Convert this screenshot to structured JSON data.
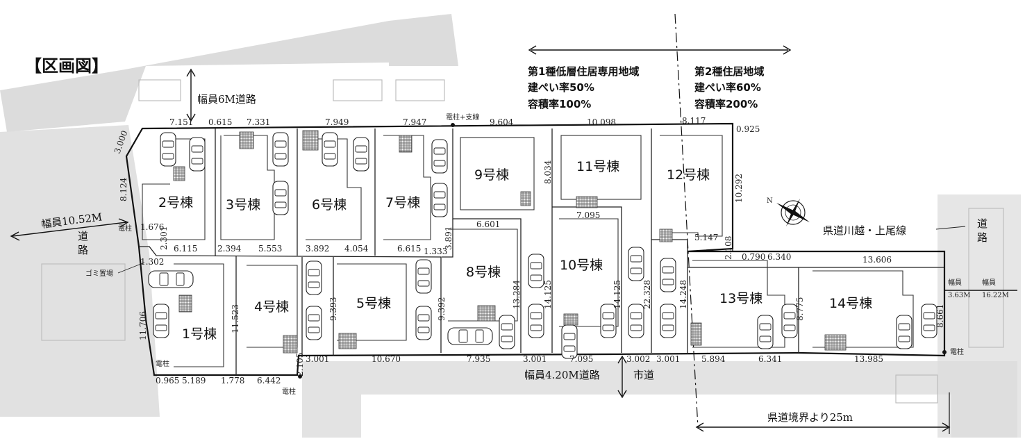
{
  "title": "【区画図】",
  "zones": [
    {
      "name": "第1種低層住居専用地域",
      "coverage": "建ぺい率50%",
      "far": "容積率100%"
    },
    {
      "name": "第2種住居地域",
      "coverage": "建ぺい率60%",
      "far": "容積率200%"
    }
  ],
  "roads": {
    "north": "幅員6M道路",
    "west_width": "幅員10.52M",
    "west_label_1": "道",
    "west_label_2": "路",
    "south": "幅員4.20M道路",
    "south_city": "市道",
    "prefectural": "県道川越・上尾線",
    "east_label_1": "道",
    "east_label_2": "路",
    "east_w1_label": "幅員",
    "east_w1": "3.63M",
    "east_w2_label": "幅員",
    "east_w2": "16.22M",
    "boundary_note": "県道境界より25m"
  },
  "labels": {
    "garbage": "ゴミ置場",
    "pole_a": "電柱",
    "pole_b": "電柱",
    "pole_c": "電柱",
    "pole_d": "電柱",
    "pole_branch": "電柱+支線"
  },
  "lots": [
    {
      "id": "lot-1",
      "label": "1号棟"
    },
    {
      "id": "lot-2",
      "label": "2号棟"
    },
    {
      "id": "lot-3",
      "label": "3号棟"
    },
    {
      "id": "lot-4",
      "label": "4号棟"
    },
    {
      "id": "lot-5",
      "label": "5号棟"
    },
    {
      "id": "lot-6",
      "label": "6号棟"
    },
    {
      "id": "lot-7",
      "label": "7号棟"
    },
    {
      "id": "lot-8",
      "label": "8号棟"
    },
    {
      "id": "lot-9",
      "label": "9号棟"
    },
    {
      "id": "lot-10",
      "label": "10号棟"
    },
    {
      "id": "lot-11",
      "label": "11号棟"
    },
    {
      "id": "lot-12",
      "label": "12号棟"
    },
    {
      "id": "lot-13",
      "label": "13号棟"
    },
    {
      "id": "lot-14",
      "label": "14号棟"
    }
  ],
  "dimensions": {
    "top_row": [
      "7.151",
      "0.615",
      "7.331",
      "7.949",
      "7.947",
      "9.604",
      "10.098",
      "8.117",
      "0.925"
    ],
    "mid_row": [
      "6.115",
      "2.394",
      "5.553",
      "3.892",
      "4.054",
      "6.615",
      "1.333",
      "6.601",
      "7.095",
      "5.147"
    ],
    "row13": [
      "0.790",
      "6.340",
      "13.606"
    ],
    "bottom_row": [
      "0.965",
      "5.189",
      "1.778",
      "6.442",
      "3.001",
      "10.670",
      "7.935",
      "3.001",
      "7.095",
      "3.002",
      "3.001",
      "5.894",
      "6.341",
      "13.985"
    ],
    "vertical": [
      "3.000",
      "8.124",
      "1.676",
      "2.301",
      "1.302",
      "11.706",
      "11.523",
      "2.105",
      "9.393",
      "9.392",
      "13.284",
      "14.125",
      "14.125",
      "22.328",
      "14.248",
      "3.891",
      "8.034",
      "10.292",
      "2.108",
      "8.775",
      "8.661"
    ]
  }
}
